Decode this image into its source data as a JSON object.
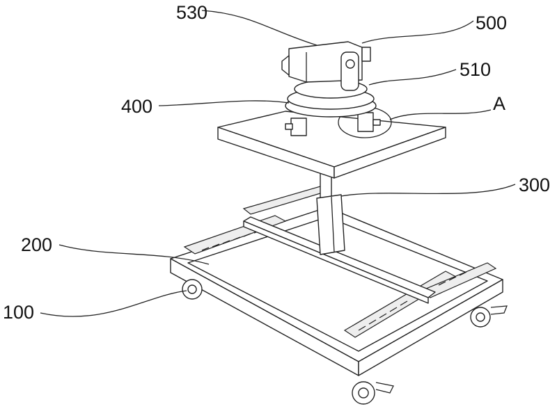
{
  "labels": {
    "l530": "530",
    "l500": "500",
    "l510": "510",
    "l400": "400",
    "lA": "A",
    "l300": "300",
    "l200": "200",
    "l100": "100"
  }
}
